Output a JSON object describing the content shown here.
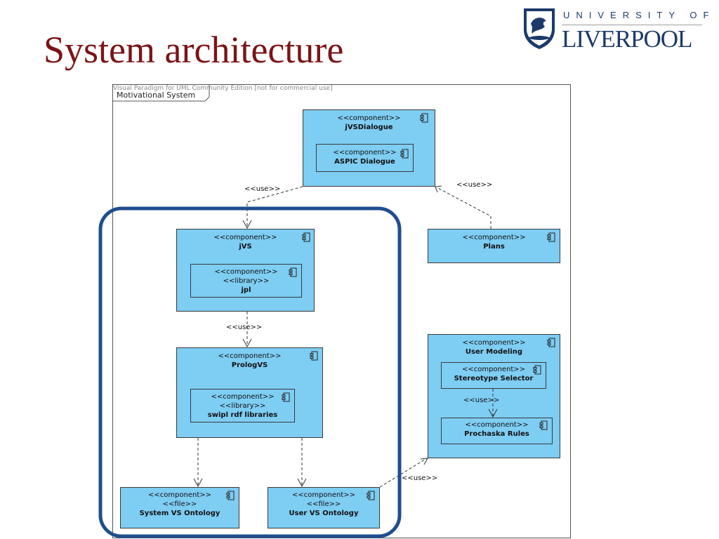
{
  "slide": {
    "title": "System architecture"
  },
  "logo": {
    "line1": "UNIVERSITY OF",
    "line2": "LIVERPOOL"
  },
  "diagram": {
    "watermark": "Visual Paradigm for UML Community Edition [not for commercial use]",
    "frame_label": "Motivational System",
    "components": {
      "jvsdialogue": {
        "stereotype": "<<component>>",
        "name": "jVSDialogue"
      },
      "aspic": {
        "stereotype": "<<component>>",
        "name": "ASPIC Dialogue"
      },
      "jvs": {
        "stereotype": "<<component>>",
        "name": "jVS"
      },
      "jpl": {
        "stereotype": "<<component>>",
        "stereotype2": "<<library>>",
        "name": "jpl"
      },
      "plans": {
        "stereotype": "<<component>>",
        "name": "Plans"
      },
      "prologvs": {
        "stereotype": "<<component>>",
        "name": "PrologVS"
      },
      "swipl": {
        "stereotype": "<<component>>",
        "stereotype2": "<<library>>",
        "name": "swipl rdf libraries"
      },
      "usermodeling": {
        "stereotype": "<<component>>",
        "name": "User Modeling"
      },
      "stereotype_selector": {
        "stereotype": "<<component>>",
        "name": "Stereotype Selector"
      },
      "prochaska": {
        "stereotype": "<<component>>",
        "name": "Prochaska Rules"
      },
      "system_vs_ontology": {
        "stereotype": "<<component>>",
        "stereotype2": "<<file>>",
        "name": "System VS Ontology"
      },
      "user_vs_ontology": {
        "stereotype": "<<component>>",
        "stereotype2": "<<file>>",
        "name": "User VS Ontology"
      }
    },
    "use_label": "<<use>>"
  },
  "colors": {
    "title": "#7a1416",
    "component_fill": "#7ecdf3",
    "highlight_border": "#1f4e8f",
    "logo": "#1b3a6b"
  }
}
